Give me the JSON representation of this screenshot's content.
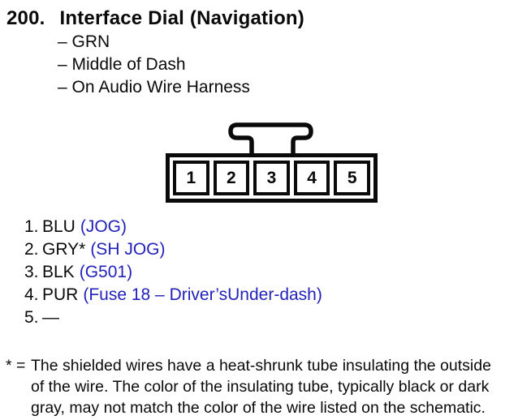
{
  "heading": {
    "item_number": "200.",
    "title": "Interface Dial (Navigation)"
  },
  "details": [
    "– GRN",
    "– Middle of Dash",
    "– On Audio Wire Harness"
  ],
  "connector": {
    "pins": [
      "1",
      "2",
      "3",
      "4",
      "5"
    ]
  },
  "pin_list": [
    {
      "num": "1.",
      "wire": "BLU",
      "signal": "(JOG)"
    },
    {
      "num": "2.",
      "wire": "GRY*",
      "signal": "(SH JOG)"
    },
    {
      "num": "3.",
      "wire": "BLK",
      "signal": "(G501)"
    },
    {
      "num": "4.",
      "wire": "PUR",
      "signal": "(Fuse 18 – Driver’sUnder-dash)"
    },
    {
      "num": "5.",
      "wire": "—",
      "signal": ""
    }
  ],
  "footnote": {
    "marker": "* =",
    "lines": [
      "The shielded wires have a heat-shrunk tube insulating the outside",
      "of the wire. The color of the insulating tube, typically black or dark",
      "gray, may not match the color of the wire listed on the schematic."
    ]
  },
  "colors": {
    "signal_blue": "#2222bb",
    "ink_black": "#0a0a0a",
    "paper_white": "#ffffff"
  }
}
